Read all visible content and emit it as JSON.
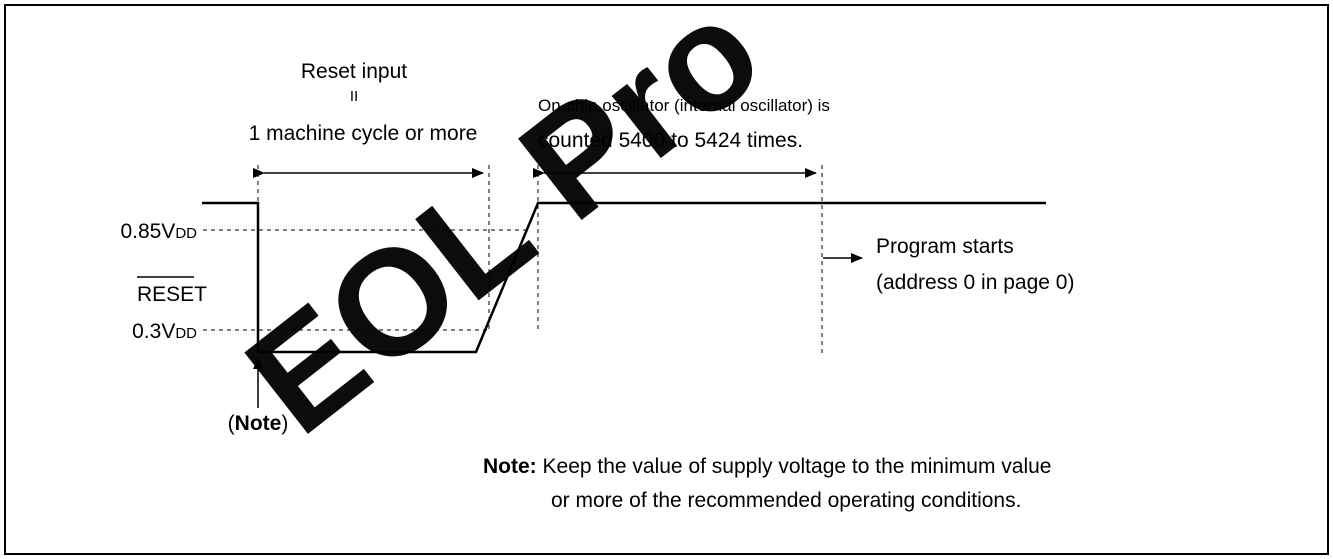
{
  "watermark": "EOL Pro",
  "labels": {
    "reset_input": "Reset input",
    "equals_sign": "II",
    "machine_cycle": "1 machine cycle or more",
    "osc_line1": "On-chip oscillator (internal oscillator) is",
    "osc_line2": "counted 5400 to 5424 times.",
    "v_high": "0.85V",
    "v_low": "0.3V",
    "vdd_sub": "DD",
    "reset_signal": "RESET",
    "program_starts": "Program starts",
    "address": "(address 0 in page 0)",
    "note_open": "(",
    "note_word": "Note",
    "note_close": ")",
    "footnote_head": "Note:",
    "footnote_line1": " Keep the value of supply voltage to the minimum value",
    "footnote_line2": "or more of the recommended operating conditions."
  },
  "colors": {
    "line": "#000000",
    "watermark": "#e9000d"
  }
}
